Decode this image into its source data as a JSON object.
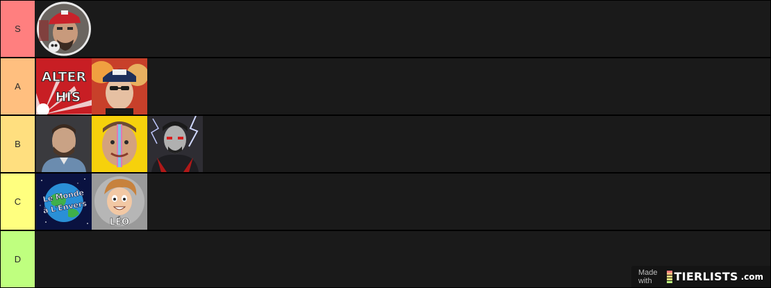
{
  "tiers": [
    {
      "label": "S",
      "color": "#ff7f7f",
      "items": [
        "avatar-red-cap-man"
      ]
    },
    {
      "label": "A",
      "color": "#ffbf7f",
      "items": [
        "alter-his-thumbnail",
        "man-with-cap-and-glasses"
      ]
    },
    {
      "label": "B",
      "color": "#ffdf7f",
      "items": [
        "bearded-man-portrait",
        "split-brain-face",
        "lightning-demon-man"
      ]
    },
    {
      "label": "C",
      "color": "#ffff7f",
      "items": [
        "le-monde-a-l-envers-logo",
        "cartoon-leo-avatar"
      ]
    },
    {
      "label": "D",
      "color": "#bfff7f",
      "items": []
    }
  ],
  "thumbnails": {
    "alter_his": [
      "ALTER",
      "HIS"
    ],
    "le_monde": [
      "Le Monde",
      "à L'Envers"
    ],
    "leo": "LÉO"
  },
  "watermark": {
    "made_with": "Made with",
    "brand": "TIERLISTS",
    "domain": ".com",
    "bar_colors": [
      "#ff7f7f",
      "#ffbf7f",
      "#ffdf7f",
      "#ffff7f",
      "#bfff7f"
    ]
  }
}
